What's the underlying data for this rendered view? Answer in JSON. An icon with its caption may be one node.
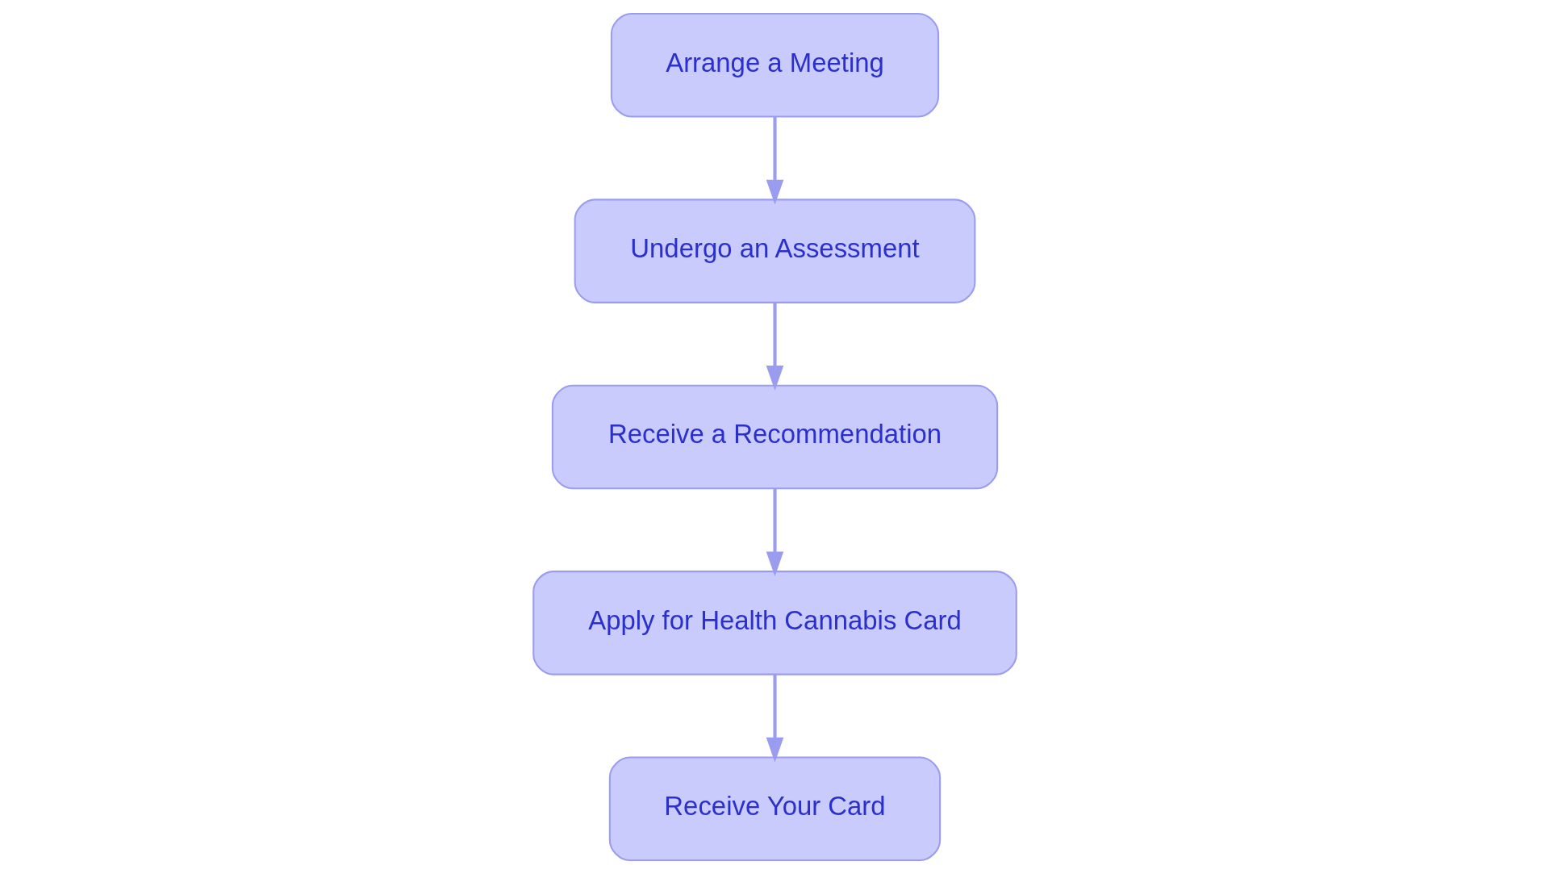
{
  "diagram": {
    "nodes": [
      {
        "text": [
          "Arrange a Meeting"
        ]
      },
      {
        "text": [
          "Undergo an Assessment"
        ]
      },
      {
        "text": [
          "Receive a Recommendation"
        ]
      },
      {
        "text": [
          "Apply for Health Cannabis Card"
        ]
      },
      {
        "text": [
          "Receive Your Card"
        ]
      }
    ],
    "edges": [
      {
        "from": 0,
        "to": 1,
        "arrow": "to"
      },
      {
        "from": 1,
        "to": 2,
        "arrow": "to"
      },
      {
        "from": 2,
        "to": 3,
        "arrow": "to"
      },
      {
        "from": 3,
        "to": 4,
        "arrow": "to"
      }
    ]
  }
}
